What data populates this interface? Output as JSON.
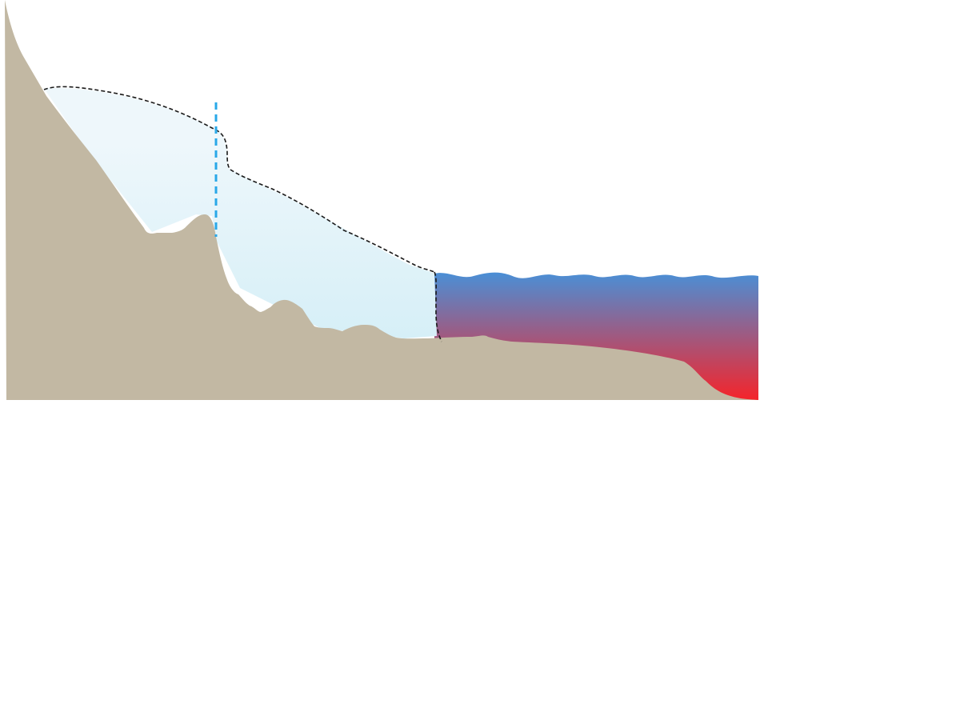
{
  "diagram": {
    "type": "cross-section",
    "labels": [],
    "colors": {
      "page_background": "#ffffff",
      "bedrock": "#c2b8a3",
      "ice_light": "#eef7fb",
      "ice": "#d6eff7",
      "ocean_surface": "#4a8fd6",
      "ocean_warm_deep": "#f5242a",
      "ice_outline": "#1a1a1a",
      "marker_line": "#29a8e8"
    },
    "elements": [
      "bedrock",
      "ice-sheet",
      "ice-sheet-outline",
      "ice-front-outline",
      "vertical-marker-line",
      "ocean-water"
    ]
  }
}
